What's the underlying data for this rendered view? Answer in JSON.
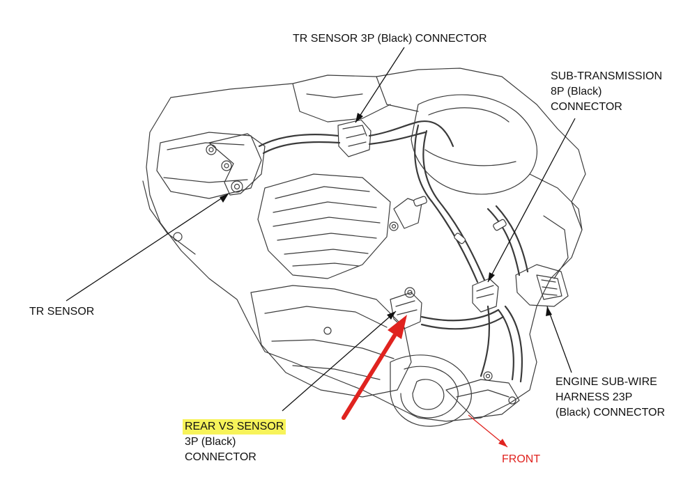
{
  "labels": {
    "tr_connector": [
      "TR SENSOR 3P (Black) CONNECTOR"
    ],
    "sub_transmission": [
      "SUB-TRANSMISSION",
      "8P (Black)",
      "CONNECTOR"
    ],
    "tr_sensor": [
      "TR SENSOR"
    ],
    "engine_sub_wire": [
      "ENGINE SUB-WIRE",
      "HARNESS 23P",
      "(Black) CONNECTOR"
    ],
    "rear_vs_sensor": [
      "REAR VS SENSOR",
      "3P (Black)",
      "CONNECTOR"
    ],
    "front": "FRONT"
  },
  "colors": {
    "line_art": "#3a3a3a",
    "leader": "#111111",
    "highlight": "#f7f35a",
    "callout_arrow": "#e0231f"
  }
}
